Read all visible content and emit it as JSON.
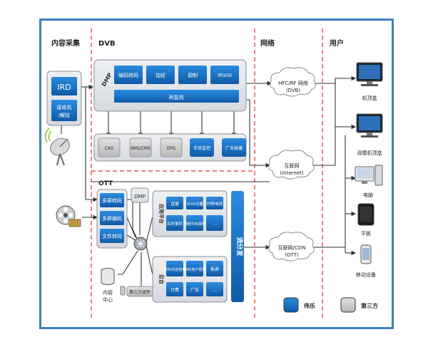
{
  "sections": {
    "content_collection": "内容采集",
    "dvb": "DVB",
    "network": "网络",
    "user": "用户",
    "ott": "OTT"
  },
  "sources": {
    "ird": "IRD",
    "receiver_line1": "接收机",
    "receiver_line2": "/解扰",
    "content_center_line1": "内容",
    "content_center_line2": "中心",
    "third_party_component": "第三方组件"
  },
  "dvb": {
    "dmp_label": "DMP",
    "modules": [
      "编码转码",
      "加扰",
      "调制",
      "IP/ASI"
    ],
    "multiplex": "再复用",
    "services": [
      "CAS",
      "SMS/CMS",
      "EPG",
      "节目监控",
      "广告插播"
    ]
  },
  "ott": {
    "transcoders": [
      "多屏转码",
      "多屏编码",
      "文件转码"
    ],
    "dmp_label": "DMP",
    "app_platform_label": "应用平台",
    "app_cells": [
      "直播",
      "VOD点播",
      "时移电视",
      "实时事件",
      "网络节目录制",
      "…"
    ],
    "backend_label": "后台",
    "backend_cells": [
      "CMS内容管理",
      "SMS用户管理",
      "报表",
      "计费",
      "广告",
      "…"
    ],
    "streaming_label": "流分发"
  },
  "network": {
    "hfc_line1": "HFC/RF 网络",
    "hfc_line2": "(DVB)",
    "internet_line1": "互联网",
    "internet_line2": "(Internet)",
    "cdn_line1": "互联网/CDN",
    "cdn_line2": "(OTT)"
  },
  "devices": {
    "stb": "机顶盒",
    "dual_stb": "双模机顶盒",
    "pc": "电脑",
    "tablet": "平板",
    "mobile": "移动设备"
  },
  "legend": {
    "vendor": "伟乐",
    "third_party": "第三方"
  },
  "colors": {
    "blue_module": "#1a74c8",
    "blue_dark": "#0f5aa6",
    "gray_module": "#c8c8c8",
    "panel_gray": "#dfe2e6",
    "divider_red": "#d43a3a",
    "frame_blue": "#3f7fc4"
  }
}
